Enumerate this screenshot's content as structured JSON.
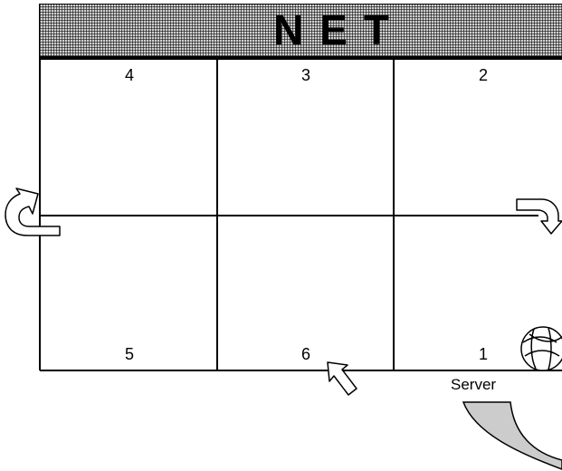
{
  "net": {
    "label": "NET"
  },
  "zones": [
    "4",
    "3",
    "2",
    "5",
    "6",
    "1"
  ],
  "server": {
    "label": "Server"
  },
  "icons": {
    "rotate_left": "rotate-counterclockwise-arrow-icon",
    "rotate_right": "turn-down-arrow-icon",
    "move_up": "up-left-arrow-icon",
    "ball": "volleyball-icon",
    "serve_path": "serve-swoosh-icon"
  },
  "colors": {
    "lines": "#000000",
    "net_fill": "#cfcfcf",
    "swoosh_fill": "#cccccc",
    "background": "#ffffff"
  }
}
